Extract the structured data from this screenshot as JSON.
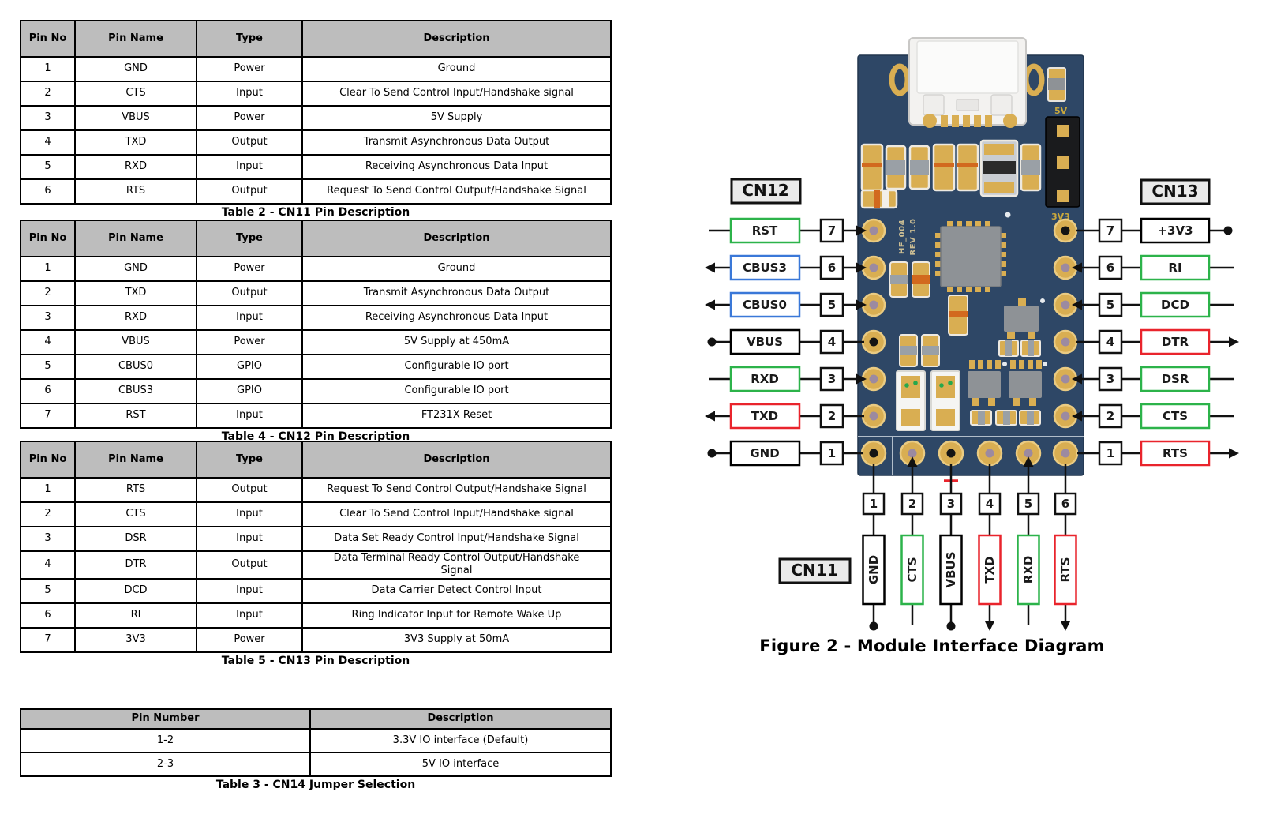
{
  "tables": [
    {
      "headers": [
        "Pin No",
        "Pin Name",
        "Type",
        "Description"
      ],
      "rows": [
        [
          "1",
          "GND",
          "Power",
          "Ground"
        ],
        [
          "2",
          "CTS",
          "Input",
          "Clear To Send Control Input/Handshake signal"
        ],
        [
          "3",
          "VBUS",
          "Power",
          "5V Supply"
        ],
        [
          "4",
          "TXD",
          "Output",
          "Transmit Asynchronous Data Output"
        ],
        [
          "5",
          "RXD",
          "Input",
          "Receiving Asynchronous Data Input"
        ],
        [
          "6",
          "RTS",
          "Output",
          "Request To Send Control Output/Handshake Signal"
        ]
      ],
      "caption": "Table 2 - CN11 Pin Description"
    },
    {
      "headers": [
        "Pin No",
        "Pin Name",
        "Type",
        "Description"
      ],
      "rows": [
        [
          "1",
          "GND",
          "Power",
          "Ground"
        ],
        [
          "2",
          "TXD",
          "Output",
          "Transmit Asynchronous Data Output"
        ],
        [
          "3",
          "RXD",
          "Input",
          "Receiving Asynchronous Data Input"
        ],
        [
          "4",
          "VBUS",
          "Power",
          "5V Supply at 450mA"
        ],
        [
          "5",
          "CBUS0",
          "GPIO",
          "Configurable IO port"
        ],
        [
          "6",
          "CBUS3",
          "GPIO",
          "Configurable IO port"
        ],
        [
          "7",
          "RST",
          "Input",
          "FT231X Reset"
        ]
      ],
      "caption": "Table 4 - CN12 Pin Description"
    },
    {
      "headers": [
        "Pin No",
        "Pin Name",
        "Type",
        "Description"
      ],
      "rows": [
        [
          "1",
          "RTS",
          "Output",
          "Request To Send Control Output/Handshake Signal"
        ],
        [
          "2",
          "CTS",
          "Input",
          "Clear To Send Control Input/Handshake signal"
        ],
        [
          "3",
          "DSR",
          "Input",
          "Data Set Ready Control Input/Handshake Signal"
        ],
        [
          "4",
          "DTR",
          "Output",
          "Data Terminal Ready Control Output/Handshake Signal"
        ],
        [
          "5",
          "DCD",
          "Input",
          "Data Carrier Detect Control Input"
        ],
        [
          "6",
          "RI",
          "Input",
          "Ring Indicator Input for Remote Wake Up"
        ],
        [
          "7",
          "3V3",
          "Power",
          "3V3 Supply at 50mA"
        ]
      ],
      "caption": "Table 5 - CN13 Pin Description"
    },
    {
      "headers": [
        "Pin Number",
        "Description"
      ],
      "rows": [
        [
          "1-2",
          "3.3V IO interface (Default)"
        ],
        [
          "2-3",
          "5V IO interface"
        ]
      ],
      "caption": "Table 3 - CN14 Jumper Selection"
    }
  ],
  "figure": {
    "caption": "Figure 2 - Module Interface Diagram",
    "cn12": {
      "label": "CN12",
      "pins": [
        {
          "no": "7",
          "name": "RST"
        },
        {
          "no": "6",
          "name": "CBUS3"
        },
        {
          "no": "5",
          "name": "CBUS0"
        },
        {
          "no": "4",
          "name": "VBUS"
        },
        {
          "no": "3",
          "name": "RXD"
        },
        {
          "no": "2",
          "name": "TXD"
        },
        {
          "no": "1",
          "name": "GND"
        }
      ]
    },
    "cn13": {
      "label": "CN13",
      "pins": [
        {
          "no": "7",
          "name": "+3V3"
        },
        {
          "no": "6",
          "name": "RI"
        },
        {
          "no": "5",
          "name": "DCD"
        },
        {
          "no": "4",
          "name": "DTR"
        },
        {
          "no": "3",
          "name": "DSR"
        },
        {
          "no": "2",
          "name": "CTS"
        },
        {
          "no": "1",
          "name": "RTS"
        }
      ]
    },
    "cn11": {
      "label": "CN11",
      "pins": [
        {
          "no": "1",
          "name": "GND"
        },
        {
          "no": "2",
          "name": "CTS"
        },
        {
          "no": "3",
          "name": "VBUS"
        },
        {
          "no": "4",
          "name": "TXD"
        },
        {
          "no": "5",
          "name": "RXD"
        },
        {
          "no": "6",
          "name": "RTS"
        }
      ]
    },
    "board": {
      "silk1": "HF_004",
      "silk2": "REV 1.0",
      "v5": "5V",
      "v3": "3V3"
    },
    "colors": {
      "green": "#2CB34A",
      "blue": "#3A78D8",
      "red": "#E9242C",
      "black": "#000000",
      "pcb": "#2E4766",
      "pad_gold": "#D9AE52",
      "table_header_gray": "#BDBDBD"
    }
  }
}
